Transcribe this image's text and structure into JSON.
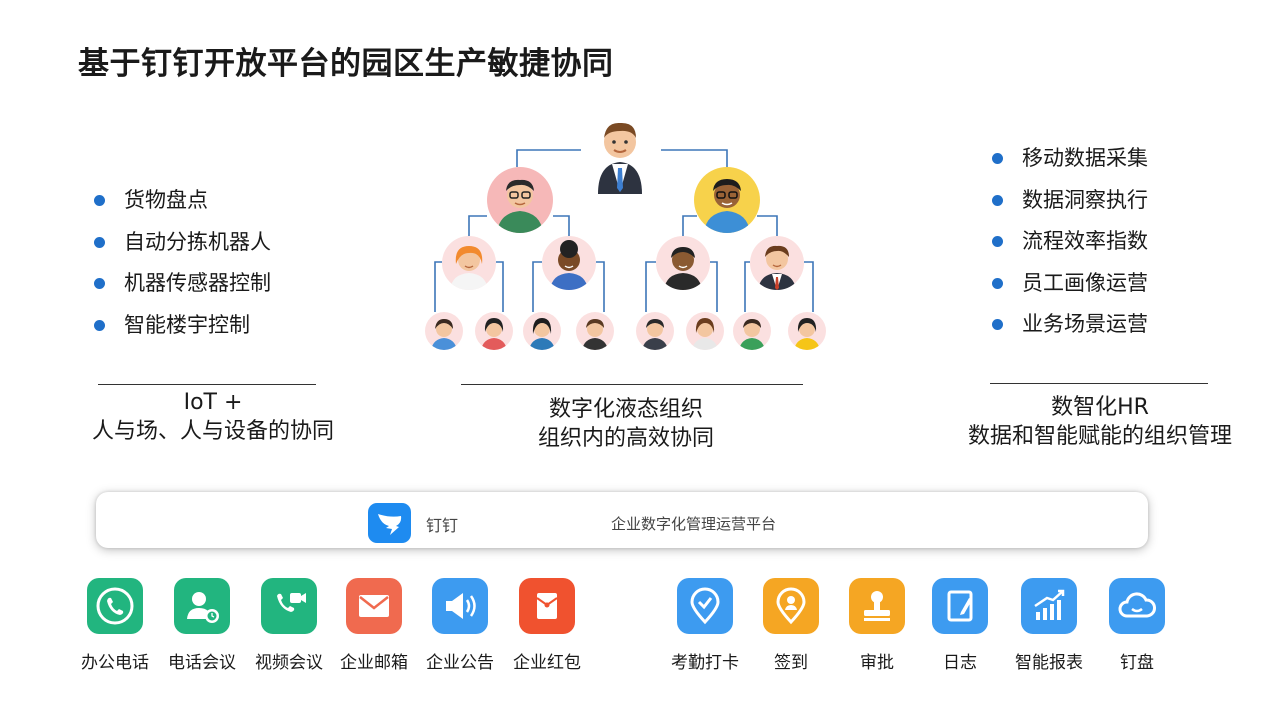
{
  "title": "基于钉钉开放平台的园区生产敏捷协同",
  "left": {
    "items": [
      "货物盘点",
      "自动分拣机器人",
      "机器传感器控制",
      "智能楼宇控制"
    ],
    "caption_line1": "IoT +",
    "caption_line2": "人与场、人与设备的协同"
  },
  "center": {
    "caption_line1": "数字化液态组织",
    "caption_line2": "组织内的高效协同"
  },
  "right": {
    "items": [
      "移动数据采集",
      "数据洞察执行",
      "流程效率指数",
      "员工画像运营",
      "业务场景运营"
    ],
    "caption_line1": "数智化HR",
    "caption_line2": "数据和智能赋能的组织管理"
  },
  "platform": {
    "name": "钉钉",
    "slogan": "企业数字化管理运营平台",
    "brand_color": "#1e8bf0"
  },
  "apps_left": [
    {
      "label": "办公电话",
      "icon": "phone-icon",
      "color": "#22b57f"
    },
    {
      "label": "电话会议",
      "icon": "conference-call-icon",
      "color": "#22b57f"
    },
    {
      "label": "视频会议",
      "icon": "video-call-icon",
      "color": "#22b57f"
    },
    {
      "label": "企业邮箱",
      "icon": "mail-icon",
      "color": "#f06a4f"
    },
    {
      "label": "企业公告",
      "icon": "megaphone-icon",
      "color": "#3d9bf0"
    },
    {
      "label": "企业红包",
      "icon": "red-envelope-icon",
      "color": "#f0522f"
    }
  ],
  "apps_right": [
    {
      "label": "考勤打卡",
      "icon": "location-check-icon",
      "color": "#3d9bf0"
    },
    {
      "label": "签到",
      "icon": "location-person-icon",
      "color": "#f5a623"
    },
    {
      "label": "审批",
      "icon": "stamp-icon",
      "color": "#f5a623"
    },
    {
      "label": "日志",
      "icon": "notebook-icon",
      "color": "#3d9bf0"
    },
    {
      "label": "智能报表",
      "icon": "report-chart-icon",
      "color": "#3d9bf0"
    },
    {
      "label": "钉盘",
      "icon": "cloud-icon",
      "color": "#3d9bf0"
    }
  ]
}
